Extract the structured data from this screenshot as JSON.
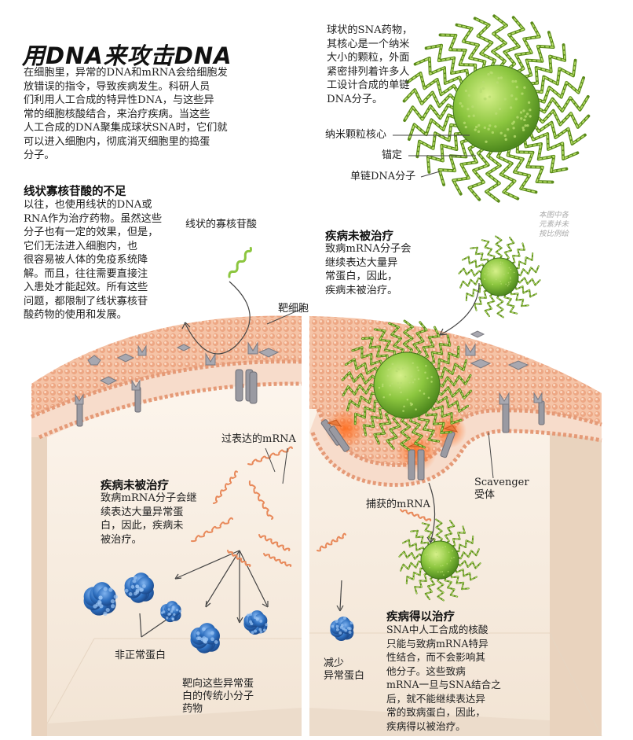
{
  "title": "用DNA来攻击DNA",
  "intro": [
    "在细胞里，异常的DNA和mRNA会给细胞发",
    "放错误的指令，导致疾病发生。科研人员",
    "们利用人工合成的特异性DNA，与这些异",
    "常的细胞核酸结合，来治疗疾病。当这些",
    "人工合成的DNA聚集成球状SNA时，它们就",
    "可以进入细胞内，彻底消灭细胞里的捣蛋",
    "分子。"
  ],
  "linear": {
    "heading": "线状寡核苷酸的不足",
    "text": [
      "以往，也使用线状的DNA或",
      "RNA作为治疗药物。虽然这些",
      "分子也有一定的效果，但是，",
      "它们无法进入细胞内，也",
      "很容易被人体的免疫系统降",
      "解。而且，往往需要直接注",
      "入患处才能起效。所有这些",
      "问题，都限制了线状寡核苷",
      "酸药物的使用和发展。"
    ]
  },
  "sna": {
    "description": [
      "球状的SNA药物，",
      "其核心是一个纳米",
      "大小的颗粒，外面",
      "紧密排列着许多人",
      "工设计合成的单链",
      "DNA分子。"
    ],
    "label_core": "纳米颗粒核心",
    "label_anchor": "锚定",
    "label_strand": "单链DNA分子",
    "scale_note": [
      "本图中各",
      "元素并未",
      "按比例绘"
    ]
  },
  "labels": {
    "linear_oligo": "线状的寡核苷酸",
    "target_cell": "靶细胞",
    "overexpressed_mrna": "过表达的mRNA",
    "captured_mrna": "捕获的mRNA",
    "scavenger": [
      "Scavenger",
      "受体"
    ],
    "abnormal_protein": "非正常蛋白",
    "reduced": [
      "减少",
      "异常蛋白"
    ],
    "small_molecule": [
      "靶向这些异常蛋",
      "白的传统小分子",
      "药物"
    ]
  },
  "untreated_right": {
    "heading": "疾病未被治疗",
    "text": [
      "致病mRNA分子会",
      "继续表达大量异",
      "常蛋白，因此，",
      "疾病未被治疗。"
    ]
  },
  "untreated_left": {
    "heading": "疾病未被治疗",
    "text": [
      "致病mRNA分子会继",
      "续表达大量异常蛋",
      "白，因此，疾病未",
      "被治疗。"
    ]
  },
  "treated": {
    "heading": "疾病得以治疗",
    "text": [
      "SNA中人工合成的核酸",
      "只能与致病mRNA特异",
      "性结合，而不会影响其",
      "他分子。这些致病",
      "mRNA一旦与SNA结合之",
      "后，就不能继续表达异",
      "常的致病蛋白，因此，",
      "疾病得以被治疗。"
    ]
  },
  "colors": {
    "sna_core": "#8cc63f",
    "dna_strand": "#5a8a1a",
    "mrna": "#e8895a",
    "protein": "#2e6fbf",
    "membrane": "#f2b79a",
    "receptor": "#8e8e96",
    "cell_interior": "#f8efe6"
  }
}
